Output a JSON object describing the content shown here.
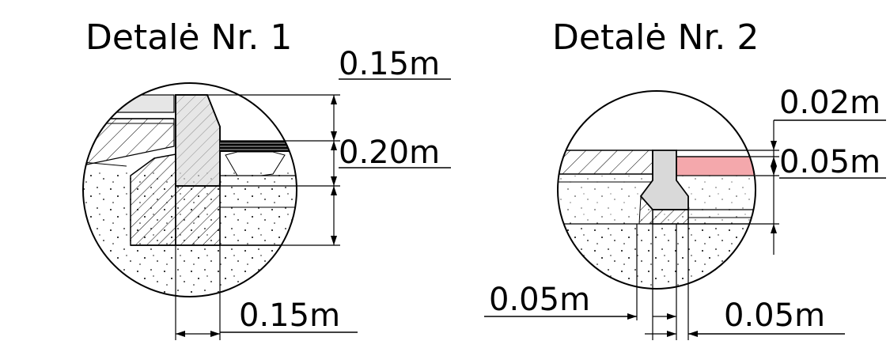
{
  "detail_1": {
    "title": "Detalė Nr. 1",
    "dim_top": "0.15m",
    "dim_middle": "0.20m",
    "dim_bottom": "0.15m"
  },
  "detail_2": {
    "title": "Detalė Nr. 2",
    "dim_top": "0.02m",
    "dim_right": "0.05m",
    "dim_bottom_left": "0.05m",
    "dim_bottom_right": "0.05m"
  },
  "colors": {
    "line": "#000000",
    "concrete_fill": "#d9d9d9",
    "accent_layer": "#f4a8ac"
  }
}
